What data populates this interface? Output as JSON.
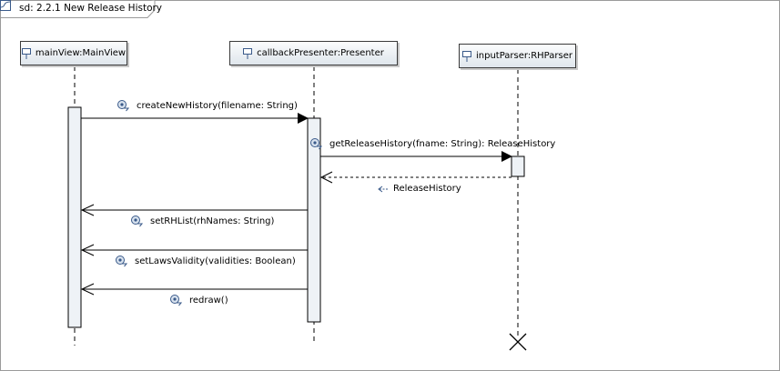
{
  "frame": {
    "title": "sd: 2.2.1 New Release History"
  },
  "lifelines": [
    {
      "id": "mainView",
      "label": "mainView:MainView"
    },
    {
      "id": "callbackPresenter",
      "label": "callbackPresenter:Presenter"
    },
    {
      "id": "inputParser",
      "label": "inputParser:RHParser"
    }
  ],
  "messages": [
    {
      "label": "createNewHistory(filename: String)",
      "kind": "sync"
    },
    {
      "label": "getReleaseHistory(fname: String): ReleaseHistory",
      "kind": "sync"
    },
    {
      "label": "ReleaseHistory",
      "kind": "return"
    },
    {
      "label": "setRHList(rhNames: String)",
      "kind": "async"
    },
    {
      "label": "setLawsValidity(validities: Boolean)",
      "kind": "async"
    },
    {
      "label": "redraw()",
      "kind": "async"
    }
  ],
  "colors": {
    "line": "#000000",
    "activation_fill": "#eef2f6",
    "head_top": "#fbfcfd",
    "head_bottom": "#dfe6ec"
  }
}
